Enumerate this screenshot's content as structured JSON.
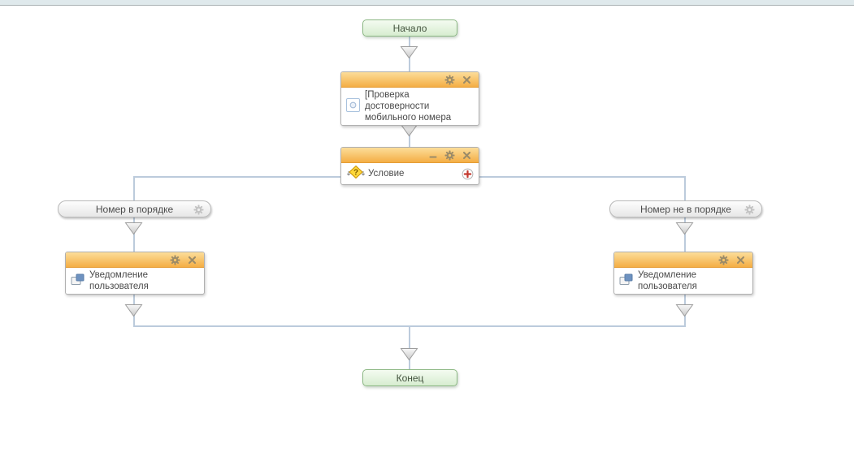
{
  "colors": {
    "header_orange_top": "#fcdd9a",
    "header_orange_bottom": "#f4ae45",
    "terminal_green_border": "#8cb884",
    "terminal_green_fill": "#d7edd0",
    "connector_blue": "#bccbdc",
    "header_icon_olive": "#9b8b68",
    "add_icon_red": "#c4392f",
    "diamond_yellow": "#ffd83c"
  },
  "flow": {
    "start": {
      "label": "Начало"
    },
    "verify_task": {
      "title": "[Проверка достоверности мобильного номера",
      "icon": "process-task-icon"
    },
    "condition": {
      "title": "Условие",
      "icon": "condition-diamond-icon"
    },
    "branch_ok": {
      "label": "Номер в порядке"
    },
    "branch_fail": {
      "label": "Номер не в порядке"
    },
    "notify_ok": {
      "title": "Уведомление пользователя",
      "icon": "user-notification-icon"
    },
    "notify_fail": {
      "title": "Уведомление пользователя",
      "icon": "user-notification-icon"
    },
    "end": {
      "label": "Конец"
    }
  }
}
